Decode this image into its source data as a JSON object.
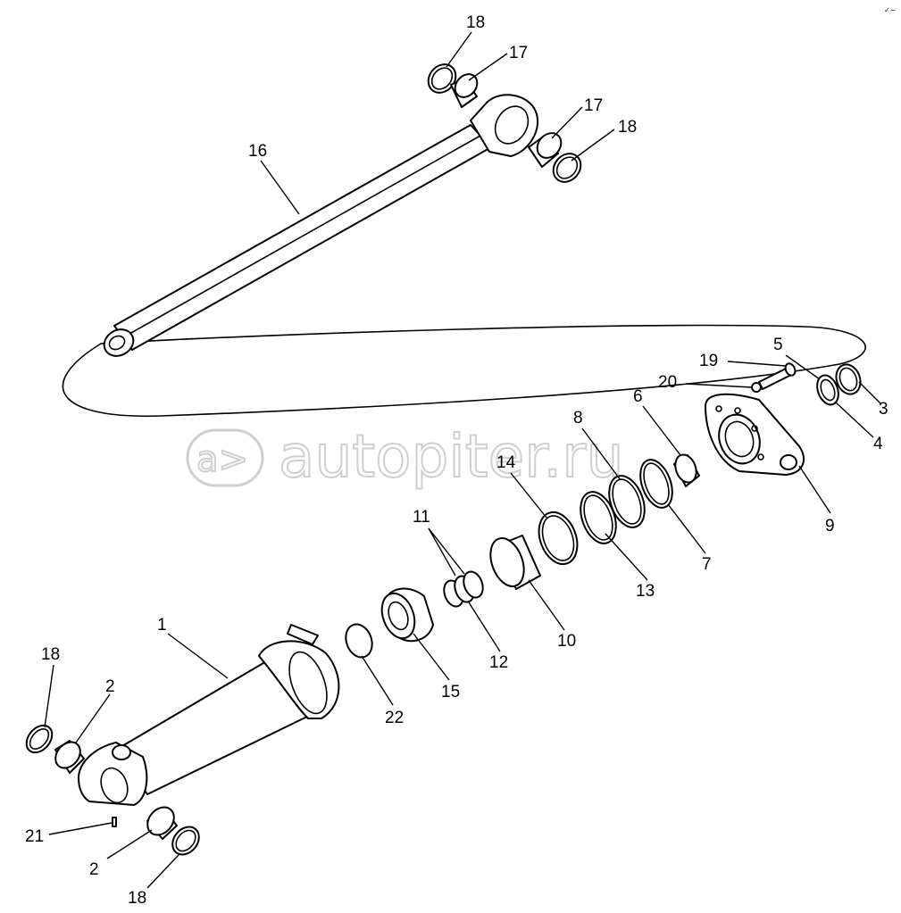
{
  "watermark": {
    "logo_text": "a>",
    "text": "autopiter.ru"
  },
  "callouts": {
    "c18a": "18",
    "c17a": "17",
    "c17b": "17",
    "c18b": "18",
    "c16": "16",
    "c5": "5",
    "c19": "19",
    "c20": "20",
    "c3": "3",
    "c4": "4",
    "c6": "6",
    "c8": "8",
    "c9": "9",
    "c14": "14",
    "c7": "7",
    "c11": "11",
    "c13": "13",
    "c10": "10",
    "c12": "12",
    "c15": "15",
    "c1": "1",
    "c22": "22",
    "c18c": "18",
    "c2a": "2",
    "c21": "21",
    "c2b": "2",
    "c18d": "18"
  }
}
